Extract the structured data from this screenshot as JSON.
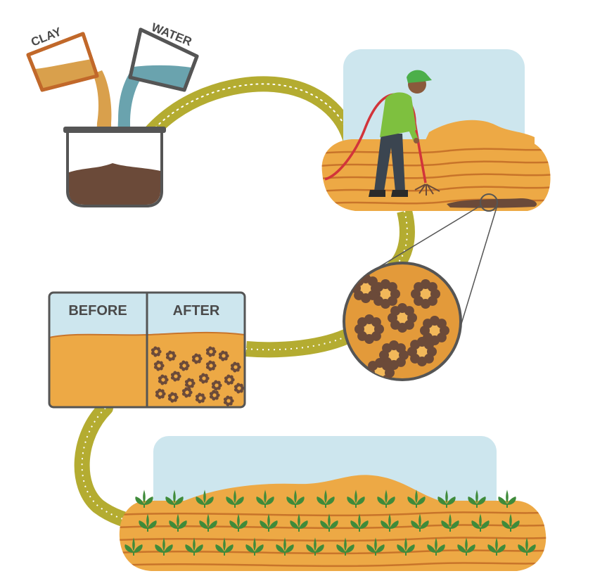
{
  "labels": {
    "clay": "CLAY",
    "water": "WATER",
    "before": "BEFORE",
    "after": "AFTER"
  },
  "colors": {
    "path": "#b4ac31",
    "sand": "#eda945",
    "sand_stripe": "#c8742a",
    "sky": "#cde6ee",
    "clay": "#d9a04c",
    "water": "#6aa3ae",
    "mud": "#6b4a39",
    "outline": "#555555",
    "plant": "#3f8b3a",
    "shirt": "#7ec03f",
    "hose": "#d2343a"
  },
  "icons": [
    "clay-pitcher-icon",
    "water-pitcher-icon",
    "mixing-container-icon",
    "farmer-icon",
    "hose-icon",
    "magnifier-icon",
    "seedling-icon"
  ]
}
